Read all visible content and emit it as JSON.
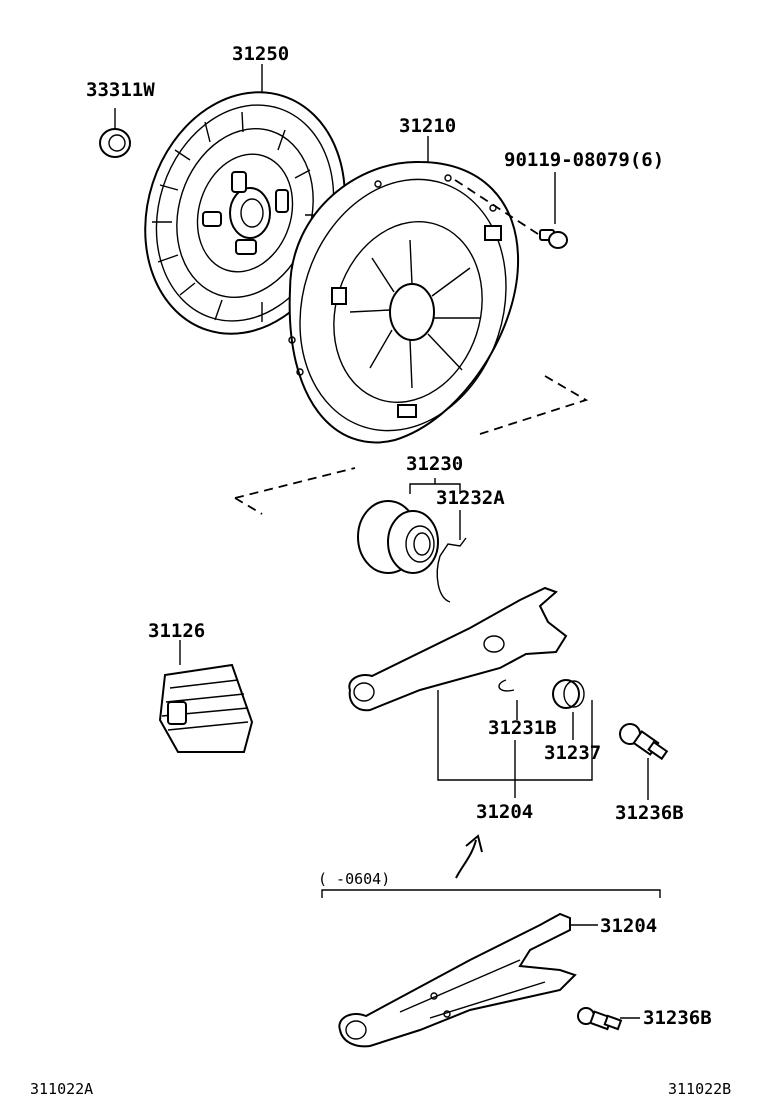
{
  "labels": {
    "p33311w": "33311W",
    "p31250": "31250",
    "p31210": "31210",
    "p90119": "90119-08079(6)",
    "p31230": "31230",
    "p31232a": "31232A",
    "p31126": "31126",
    "p31231b": "31231B",
    "p31237": "31237",
    "p31204_top": "31204",
    "p31236b_top": "31236B",
    "range": "(    -0604)",
    "p31204_bottom": "31204",
    "p31236b_bottom": "31236B"
  },
  "footer": {
    "ref_left": "311022A",
    "ref_right": "311022B"
  }
}
